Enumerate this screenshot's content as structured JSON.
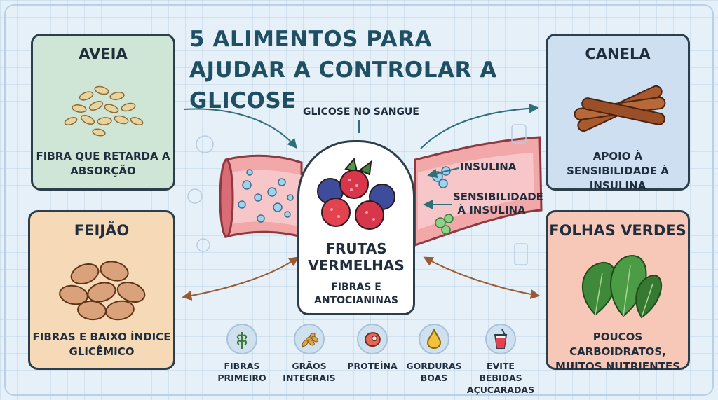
{
  "title": "5 ALIMENTOS PARA AJUDAR A CONTROLAR A GLICOSE",
  "cards": {
    "aveia": {
      "heading": "AVEIA",
      "desc": "FIBRA QUE RETARDA A ABSORÇÃO",
      "color": "#cfe6d6"
    },
    "canela": {
      "heading": "CANELA",
      "desc": "APOIO À SENSIBILIDADE À INSULINA",
      "color": "#cddff1"
    },
    "feijao": {
      "heading": "FEIJÃO",
      "desc": "FIBRAS E BAIXO ÍNDICE GLICÊMICO",
      "color": "#f6d9b6"
    },
    "folhas": {
      "heading": "FOLHAS VERDES",
      "desc": "POUCOS CARBOIDRATOS, MUITOS NUTRIENTES",
      "color": "#f7c8b8"
    }
  },
  "center": {
    "heading": "FRUTAS VERMELHAS",
    "desc": "FIBRAS E ANTOCIANINAS"
  },
  "labels": {
    "glicose": "GLICOSE NO SANGUE",
    "insulina": "INSULINA",
    "sensibilidade": "SENSIBILIDADE À INSULINA"
  },
  "tips": [
    {
      "label": "FIBRAS PRIMEIRO",
      "icon": "leaf-icon"
    },
    {
      "label": "GRÃOS INTEGRAIS",
      "icon": "wheat-icon"
    },
    {
      "label": "PROTEÍNA",
      "icon": "steak-icon"
    },
    {
      "label": "GORDURAS BOAS",
      "icon": "oil-drop-icon"
    },
    {
      "label": "EVITE BEBIDAS AÇUCARADAS",
      "icon": "soda-cup-icon"
    }
  ]
}
